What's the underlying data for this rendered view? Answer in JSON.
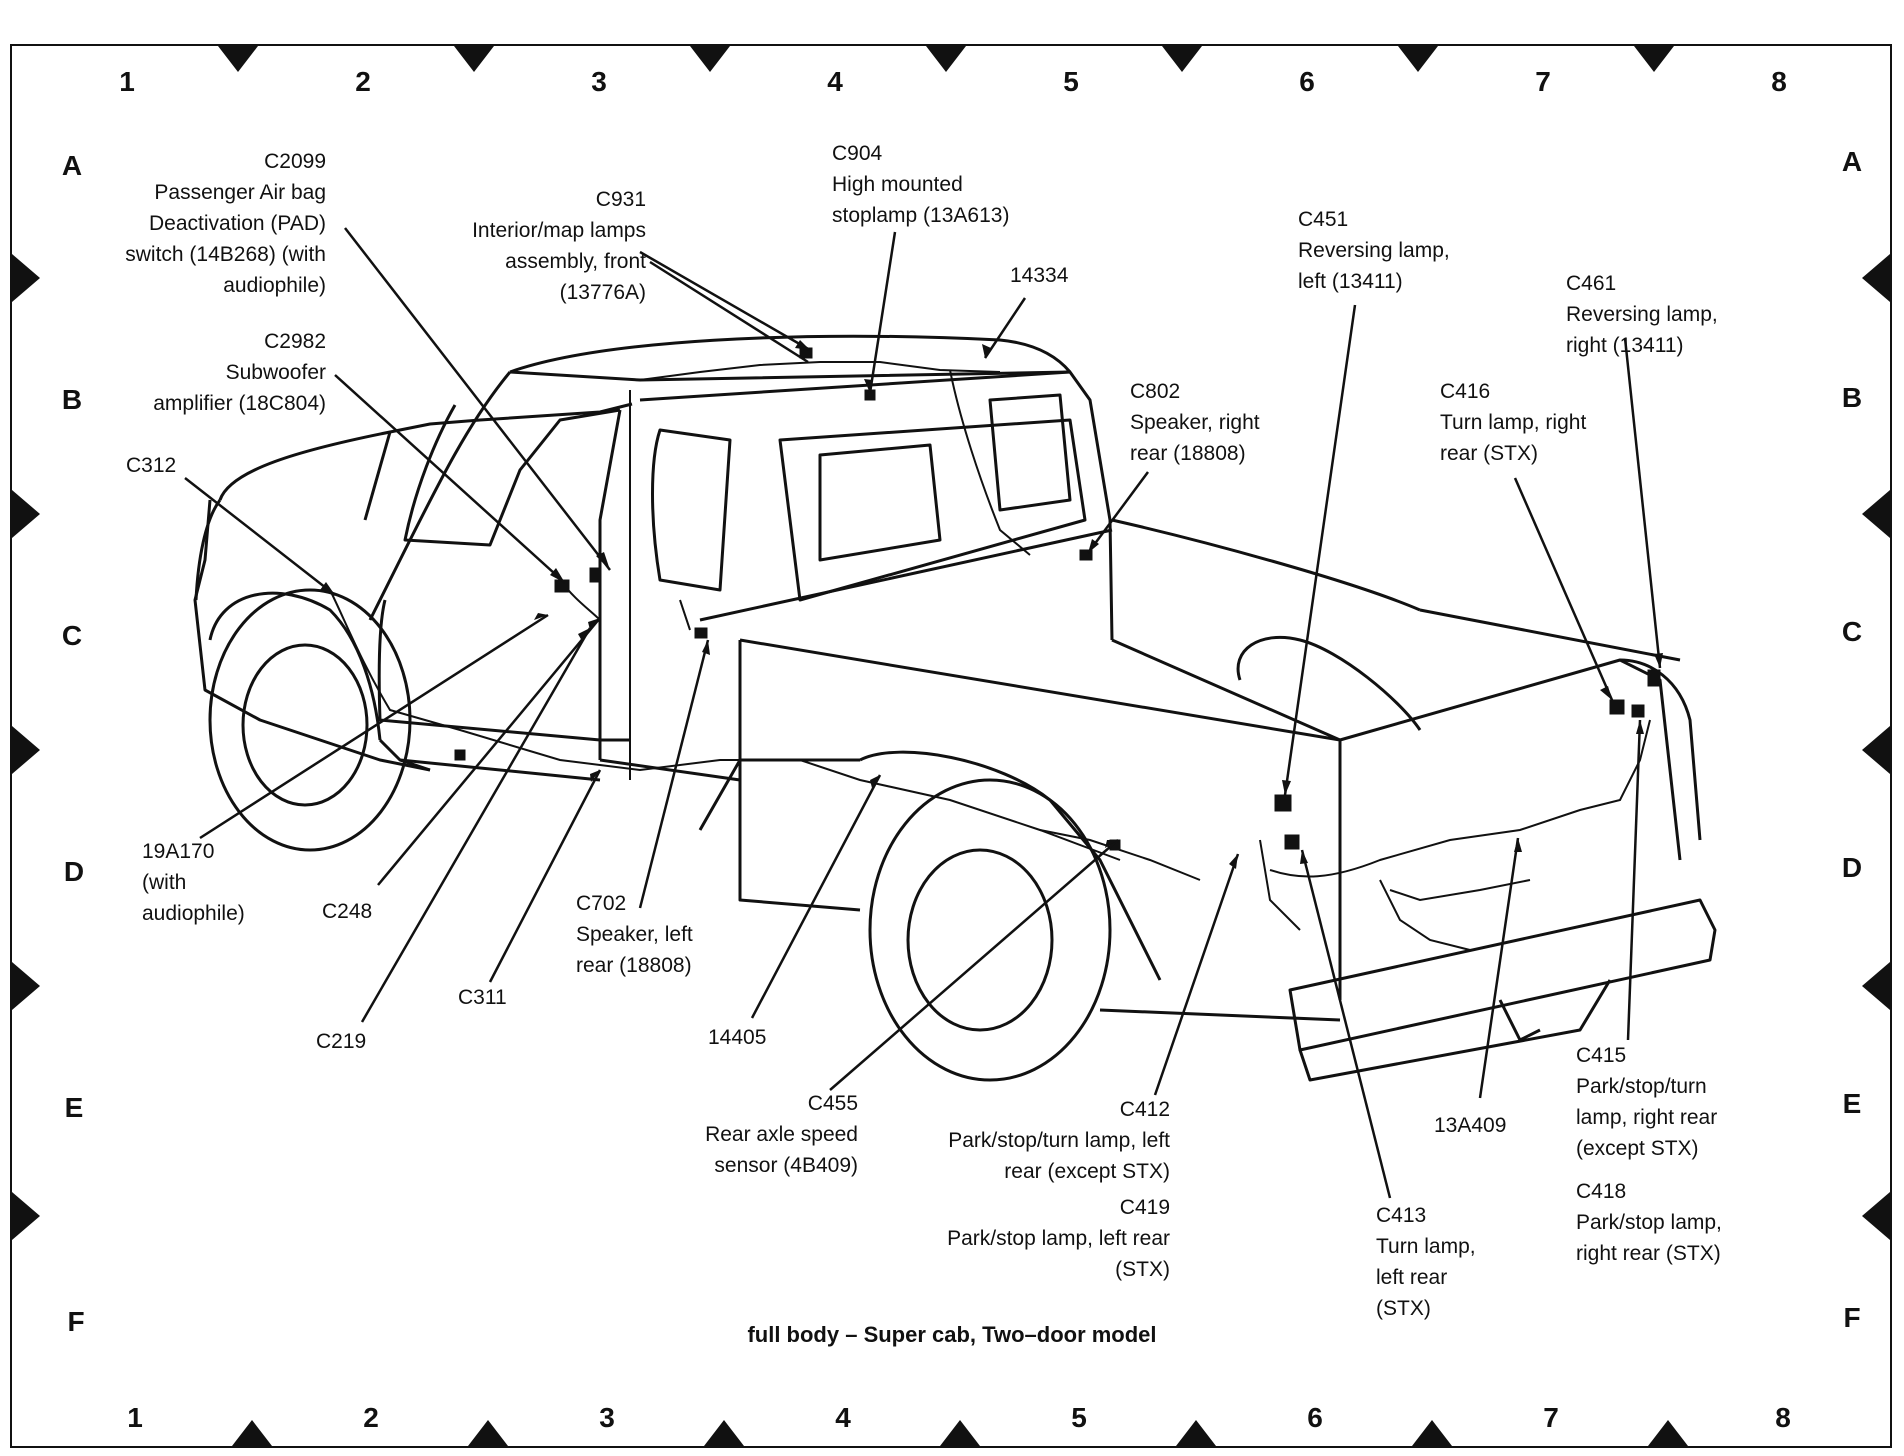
{
  "grid": {
    "columns": [
      "1",
      "2",
      "3",
      "4",
      "5",
      "6",
      "7",
      "8"
    ],
    "rows": [
      "A",
      "B",
      "C",
      "D",
      "E",
      "F"
    ]
  },
  "caption": "full body – Super cab, Two–door model",
  "callouts": {
    "c2099": [
      "C2099",
      "Passenger Air bag",
      "Deactivation (PAD)",
      "switch (14B268) (with",
      "audiophile)"
    ],
    "c2982": [
      "C2982",
      "Subwoofer",
      "amplifier (18C804)"
    ],
    "c312": [
      "C312"
    ],
    "c931": [
      "C931",
      "Interior/map lamps",
      "assembly, front",
      "(13776A)"
    ],
    "c904": [
      "C904",
      "High mounted",
      "stoplamp (13A613)"
    ],
    "n14334": [
      "14334"
    ],
    "c451": [
      "C451",
      "Reversing lamp,",
      "left (13411)"
    ],
    "c461": [
      "C461",
      "Reversing lamp,",
      "right (13411)"
    ],
    "c802": [
      "C802",
      "Speaker, right",
      "rear (18808)"
    ],
    "c416": [
      "C416",
      "Turn lamp, right",
      "rear (STX)"
    ],
    "n19a170": [
      "19A170",
      "(with",
      "audiophile)"
    ],
    "c248": [
      "C248"
    ],
    "c219": [
      "C219"
    ],
    "c311": [
      "C311"
    ],
    "c702": [
      "C702",
      "Speaker, left",
      "rear (18808)"
    ],
    "n14405": [
      "14405"
    ],
    "c455": [
      "C455",
      "Rear axle speed",
      "sensor (4B409)"
    ],
    "c412": [
      "C412",
      "Park/stop/turn lamp, left",
      "rear (except STX)"
    ],
    "c419": [
      "C419",
      "Park/stop lamp, left rear",
      "(STX)"
    ],
    "c413": [
      "C413",
      "Turn lamp,",
      "left rear",
      "(STX)"
    ],
    "n13a409": [
      "13A409"
    ],
    "c415": [
      "C415",
      "Park/stop/turn",
      "lamp, right rear",
      "(except STX)"
    ],
    "c418": [
      "C418",
      "Park/stop lamp,",
      "right rear (STX)"
    ]
  }
}
